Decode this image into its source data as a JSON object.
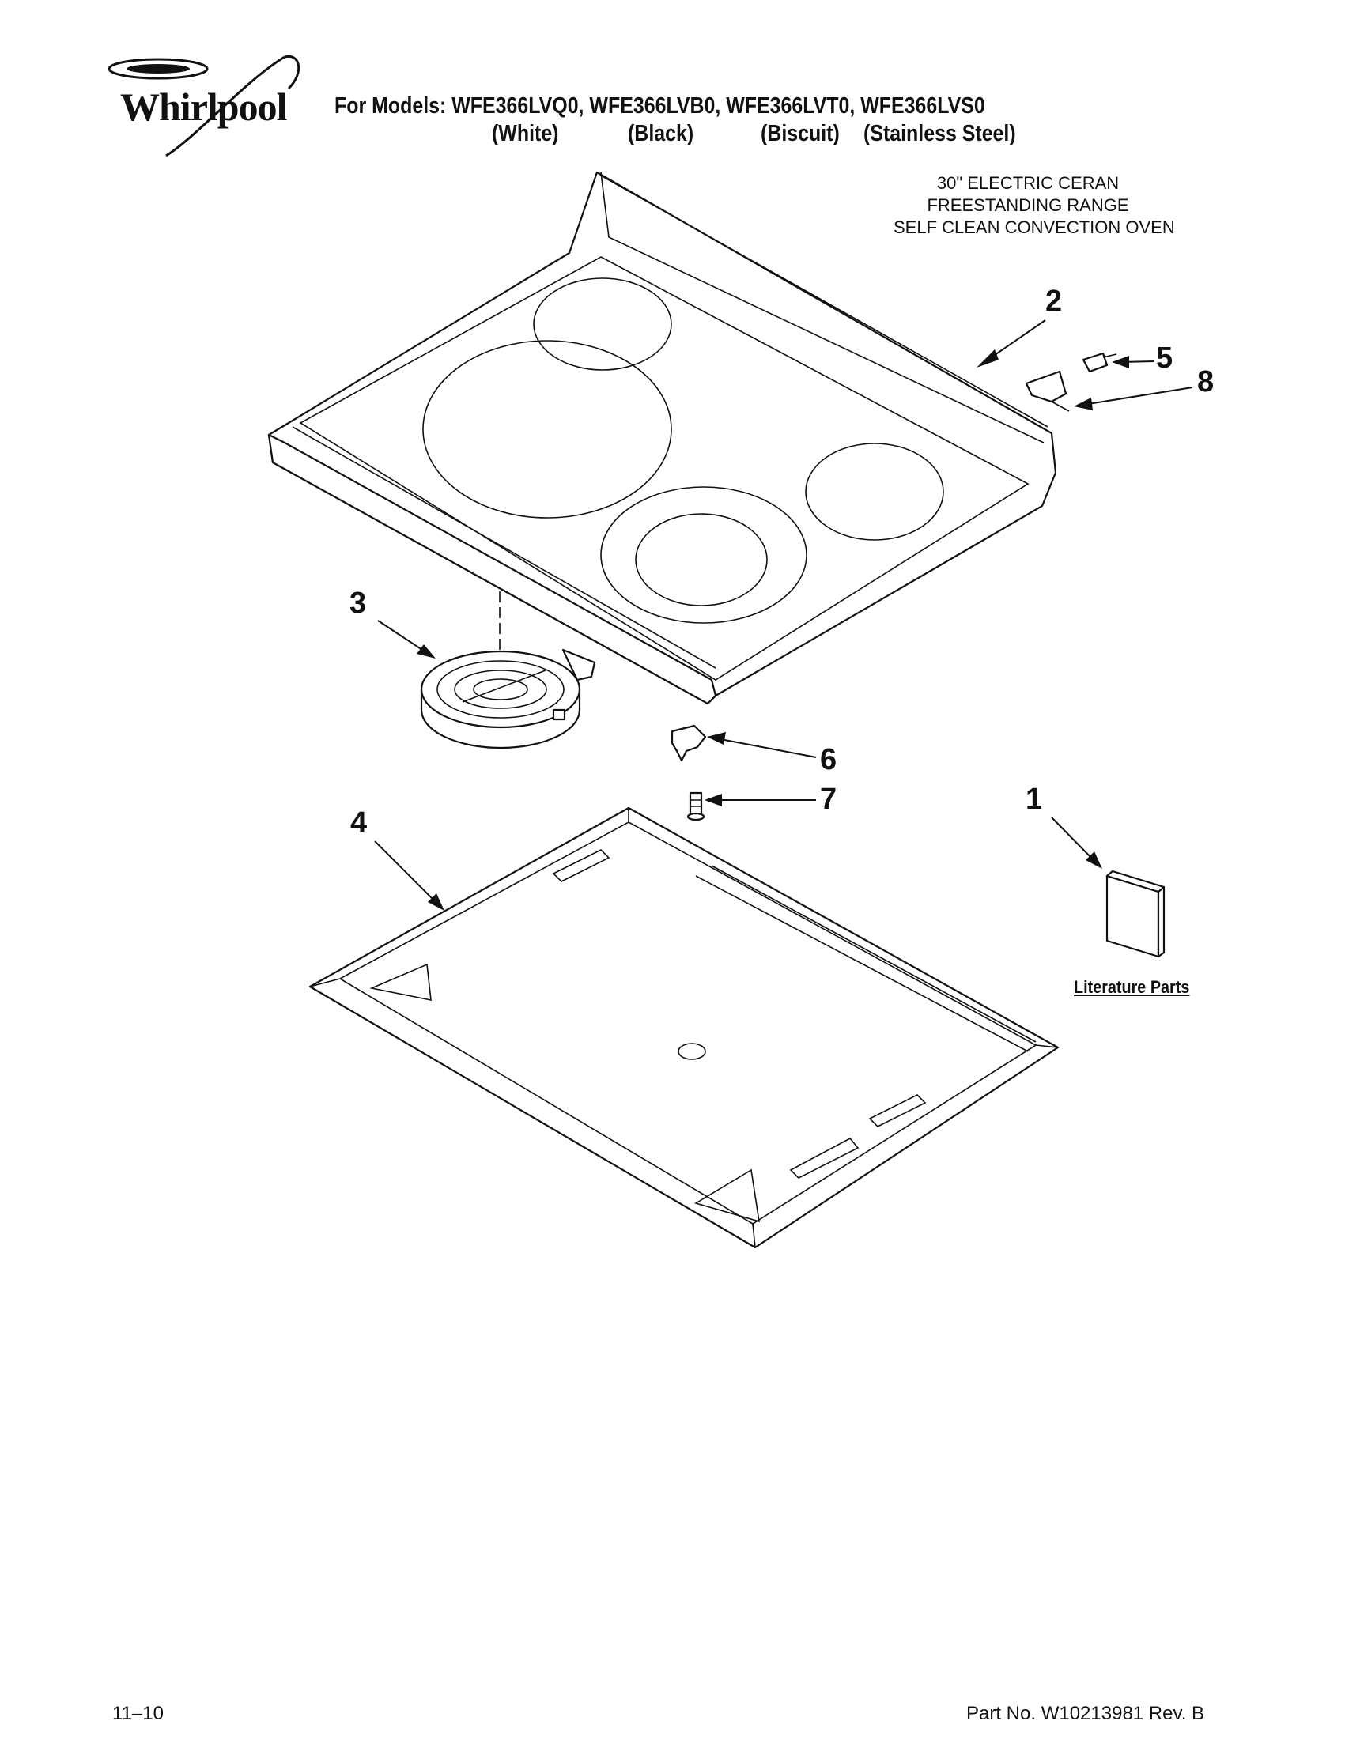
{
  "header": {
    "brand": "Whirlpool",
    "models_line": "For Models: WFE366LVQ0, WFE366LVB0, WFE366LVT0, WFE366LVS0",
    "colors": [
      "(White)",
      "(Black)",
      "(Biscuit)",
      "(Stainless Steel)"
    ]
  },
  "product_description": [
    "30\" ELECTRIC CERAN",
    "FREESTANDING RANGE",
    "SELF CLEAN CONVECTION OVEN"
  ],
  "callouts": [
    "2",
    "5",
    "8",
    "3",
    "6",
    "7",
    "4",
    "1"
  ],
  "literature_label": "Literature Parts",
  "footer": {
    "date": "11–10",
    "part_number": "Part No. W10213981 Rev. B"
  },
  "colors": {
    "line": "#111111",
    "background": "#ffffff"
  }
}
